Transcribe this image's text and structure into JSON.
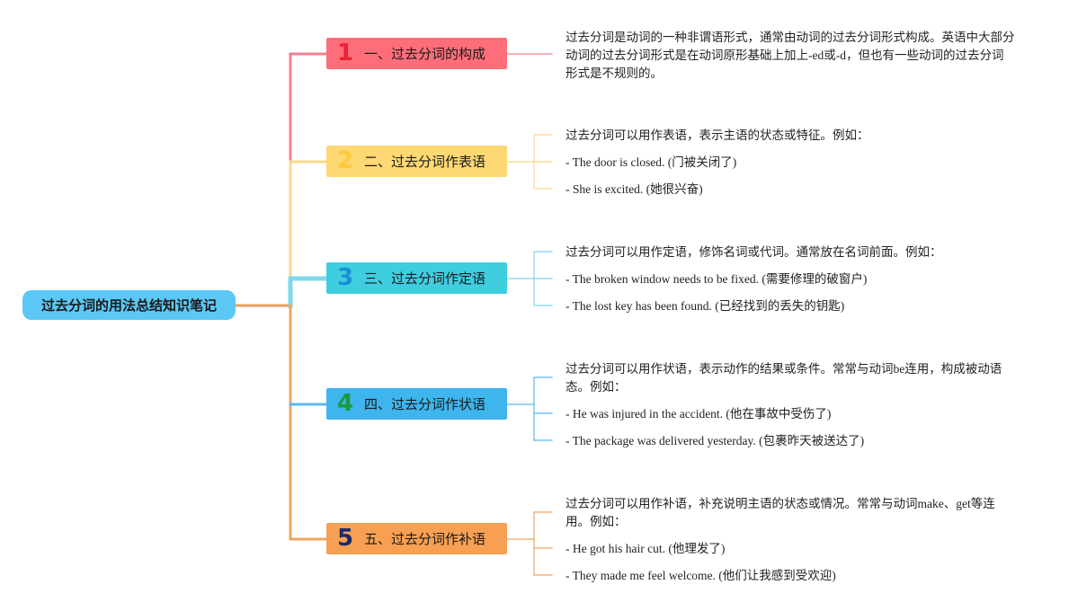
{
  "root": {
    "label": "过去分词的用法总结知识笔记"
  },
  "colors": {
    "root": "#5bc8f5",
    "branches": [
      "#fe6e7a",
      "#fed872",
      "#3fcde0",
      "#3fb5ed",
      "#f7a054"
    ],
    "numbers": [
      "#e82434",
      "#fec93d",
      "#1a8fd6",
      "#1a9a3a",
      "#1a2a6e"
    ],
    "lines": [
      "#f08090",
      "#fbd88a",
      "#7fd8ea",
      "#5bb8f0",
      "#f0a460"
    ]
  },
  "branches": [
    {
      "number": "1",
      "label": "一、过去分词的构成",
      "notes": [
        "过去分词是动词的一种非谓语形式，通常由动词的过去分词形式构成。英语中大部分动词的过去分词形式是在动词原形基础上加上-ed或-d，但也有一些动词的过去分词形式是不规则的。"
      ]
    },
    {
      "number": "2",
      "label": "二、过去分词作表语",
      "notes": [
        "过去分词可以用作表语，表示主语的状态或特征。例如：",
        "- The door is closed. (门被关闭了)",
        "- She is excited. (她很兴奋)"
      ]
    },
    {
      "number": "3",
      "label": "三、过去分词作定语",
      "notes": [
        "过去分词可以用作定语，修饰名词或代词。通常放在名词前面。例如：",
        "- The broken window needs to be fixed. (需要修理的破窗户)",
        "- The lost key has been found. (已经找到的丢失的钥匙)"
      ]
    },
    {
      "number": "4",
      "label": "四、过去分词作状语",
      "notes": [
        "过去分词可以用作状语，表示动作的结果或条件。常常与动词be连用，构成被动语态。例如：",
        "- He was injured in the accident. (他在事故中受伤了)",
        "- The package was delivered yesterday. (包裹昨天被送达了)"
      ]
    },
    {
      "number": "5",
      "label": "五、过去分词作补语",
      "notes": [
        "过去分词可以用作补语，补充说明主语的状态或情况。常常与动词make、get等连用。例如：",
        "- He got his hair cut. (他理发了)",
        "- They made me feel welcome. (他们让我感到受欢迎)"
      ]
    }
  ]
}
